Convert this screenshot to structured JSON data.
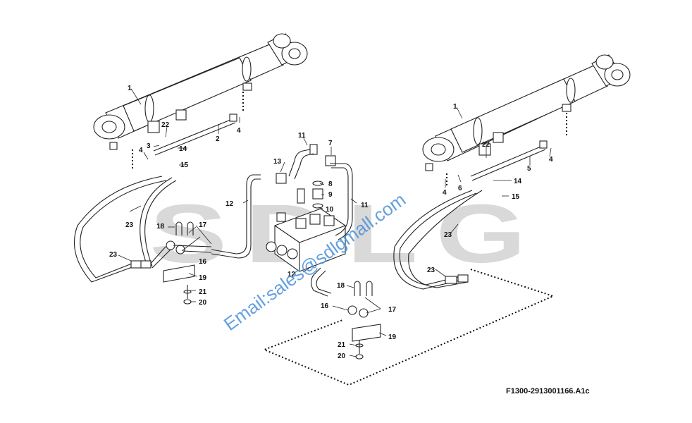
{
  "watermark": {
    "brand": "SDLG",
    "email": "Email:sales@sdlgmall.com"
  },
  "figure_ref": "F1300-2913001166.A1c",
  "callouts": {
    "c1a": "1",
    "c1b": "1",
    "c2": "2",
    "c3": "3",
    "c4a": "4",
    "c4b": "4",
    "c4c": "4",
    "c4d": "4",
    "c5": "5",
    "c6": "6",
    "c7": "7",
    "c8": "8",
    "c9": "9",
    "c10": "10",
    "c11a": "11",
    "c11b": "11",
    "c12a": "12",
    "c12b": "12",
    "c13": "13",
    "c14a": "14",
    "c14b": "14",
    "c15a": "15",
    "c15b": "15",
    "c16a": "16",
    "c16b": "16",
    "c17a": "17",
    "c17b": "17",
    "c18a": "18",
    "c18b": "18",
    "c19a": "19",
    "c19b": "19",
    "c20a": "20",
    "c20b": "20",
    "c21a": "21",
    "c21b": "21",
    "c22a": "22",
    "c22b": "22",
    "c23a": "23",
    "c23b": "23",
    "c23c": "23",
    "c23d": "23"
  }
}
